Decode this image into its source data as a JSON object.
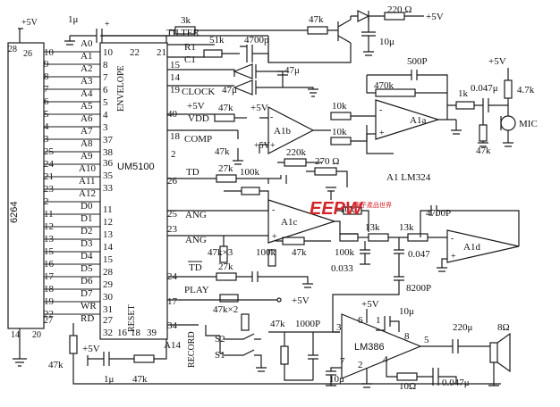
{
  "chips": {
    "mem": "6264",
    "mem_pins": {
      "p28": "28",
      "p26": "26",
      "p10": "10",
      "p9": "9",
      "p8": "8",
      "p7": "7",
      "p6": "6",
      "p5": "5",
      "p4": "4",
      "p3": "3",
      "p25": "25",
      "p24": "24",
      "p21": "21",
      "p23": "23",
      "p2": "2",
      "p11": "11",
      "p12": "12",
      "p13": "13",
      "p15": "15",
      "p16": "16",
      "p17": "17",
      "p18": "18",
      "p19": "19",
      "p22": "22",
      "p27": "27",
      "p14": "14",
      "p20": "20"
    },
    "um": "UM5100",
    "um_labels": {
      "a0": "A0",
      "a1": "A1",
      "a2": "A2",
      "a3": "A3",
      "a4": "A4",
      "a5": "A5",
      "a6": "A6",
      "a7": "A7",
      "a8": "A8",
      "a9": "A9",
      "a10": "A10",
      "a11": "A11",
      "a12": "A12",
      "d0": "D0",
      "d1": "D1",
      "d2": "D2",
      "d3": "D3",
      "d4": "D4",
      "d5": "D5",
      "d6": "D6",
      "d7": "D7",
      "wr": "WR",
      "rd": "RD",
      "envelope": "ENVELOPE",
      "reset": "RESET"
    },
    "um_pins": {
      "p10": "10",
      "p8": "8",
      "p7": "7",
      "p6": "6",
      "p5": "5",
      "p4": "4",
      "p3": "3",
      "p37": "37",
      "p38": "38",
      "p36": "36",
      "p35": "35",
      "p33": "33",
      "p11": "11",
      "p12": "12",
      "p13": "13",
      "p14": "14",
      "p15": "15",
      "p28": "28",
      "p29": "29",
      "p30": "30",
      "p31": "31",
      "p27": "27",
      "p32": "32",
      "p22": "22",
      "p16": "16",
      "p18": "18",
      "p39": "39"
    },
    "um_right_pins": {
      "p21": "21",
      "p15": "15",
      "p14": "14",
      "p19": "19",
      "p40": "40",
      "p18": "18",
      "p2": "2",
      "p26": "26",
      "p25": "25",
      "p23": "23",
      "p24": "24",
      "p17": "17",
      "p34": "34"
    },
    "lm386": "LM386",
    "lm386_pins": {
      "p6": "6",
      "p1": "1",
      "p8": "8",
      "p3": "3",
      "p7": "7",
      "p2": "2",
      "p4": "4",
      "p5": "5"
    },
    "opamps": {
      "a1a": "A1a",
      "a1b": "A1b",
      "a1c": "A1c",
      "a1d": "A1d",
      "family": "A1  LM324"
    }
  },
  "signals": {
    "tilter": "TILTER",
    "r1": "R1",
    "c1": "C1",
    "clock": "CLOCK",
    "vdd": "VDD",
    "vdd_plus": "+5V",
    "comp": "COMP",
    "td": "TD",
    "ang": "ANG",
    "ang2": "ANG",
    "td2": "TD",
    "play": "PLAY",
    "record": "RECORD",
    "a14": "A14",
    "s1": "S1",
    "s2": "S2",
    "mic": "MIC"
  },
  "rails": {
    "vcc": "+5V"
  },
  "components": {
    "c_1u_top": "1μ",
    "r_3k": "3k",
    "r_47k_top": "47k",
    "r_220": "220 Ω",
    "c_10u_top": "10μ",
    "r_51k": "51k",
    "c_4700p_top": "4700p",
    "c_47u_a": "47μ",
    "c_47u_b": "47μ",
    "c_500p": "500P",
    "r_470k": "470k",
    "r_1k": "1k",
    "c_0047u": "0.047μ",
    "r_47k_vref": "47k",
    "r_10k_a": "10k",
    "r_10k_b": "10k",
    "r_47k_b": "47k",
    "r_220k": "220k",
    "r_47k_mic": "47k",
    "r_4_7k": "4.7k",
    "r_27k_a": "27k",
    "r_100k_a": "100k",
    "r_270": "270 Ω",
    "r_10k_c": "10k",
    "r_13k_a": "13k",
    "r_13k_b": "13k",
    "c_4700p_b": "4700P",
    "r_47kx3": "47k×3",
    "r_100k_b": "100k",
    "r_47k_c": "47k",
    "r_100k_c": "100k",
    "c_0033": "0.033",
    "c_0047": "0.047",
    "c_8200p": "8200P",
    "r_27k_b": "27k",
    "r_47kx2": "47k×2",
    "r_47k_d": "47k",
    "c_1000p": "1000P",
    "c_10u_lm": "10μ",
    "c_220u": "220μ",
    "spk": "8Ω",
    "c_10u_b": "10μ",
    "r_10_ohm": "10Ω",
    "c_0047u_b": "0.047μ",
    "r_47k_left": "47k",
    "c_1u_b": "1μ",
    "r_47k_bottom": "47k"
  },
  "watermark": {
    "logo": "EEPW",
    "tag": "電子產品世界"
  }
}
